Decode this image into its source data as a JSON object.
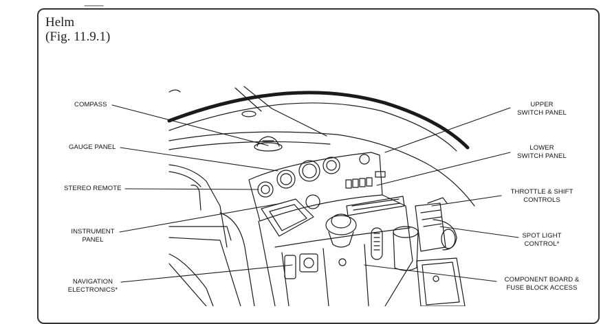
{
  "figure": {
    "title": "Helm",
    "caption": "(Fig. 11.9.1)"
  },
  "labels": {
    "compass": "COMPASS",
    "gauge_panel": "GAUGE PANEL",
    "stereo_remote": "STEREO REMOTE",
    "instrument_panel_1": "INSTRUMENT",
    "instrument_panel_2": "PANEL",
    "navigation_1": "NAVIGATION",
    "navigation_2": "ELECTRONICS*",
    "upper_switch_1": "UPPER",
    "upper_switch_2": "SWITCH PANEL",
    "lower_switch_1": "LOWER",
    "lower_switch_2": "SWITCH PANEL",
    "throttle_1": "THROTTLE & SHIFT",
    "throttle_2": "CONTROLS",
    "spotlight_1": "SPOT LIGHT",
    "spotlight_2": "CONTROL*",
    "component_1": "COMPONENT BOARD &",
    "component_2": "FUSE BLOCK ACCESS"
  },
  "colors": {
    "line": "#1a1a1a",
    "frame": "#333333"
  }
}
